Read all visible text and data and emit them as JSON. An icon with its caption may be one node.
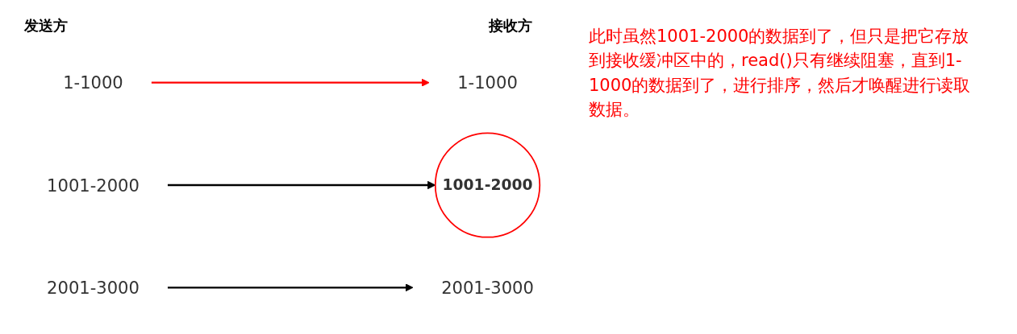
{
  "diagram": {
    "nodes": [
      {
        "text": [
          "1-1000"
        ]
      },
      {
        "text": [
          "1001-2000"
        ]
      },
      {
        "text": [
          "1001-2000"
        ]
      },
      {
        "text": [
          "1-1000"
        ]
      },
      {
        "text": [
          "2001-3000"
        ]
      },
      {
        "text": [
          "2001-3000"
        ]
      }
    ],
    "edges": [
      {
        "from": 0,
        "to": 3,
        "arrow": "to",
        "color": "#ff0000"
      },
      {
        "from": 2,
        "to": 1,
        "arrow": "to"
      },
      {
        "from": 4,
        "to": 5,
        "arrow": "to"
      }
    ],
    "labels": [
      "发送方",
      "接收方",
      "此时虽然1001-2000的数据到了，但只是把它存放到接收缓冲区中的，read()只有继续阻塞，直到1-1000的数据到了，进行排序，然后才唤醒进行读取数据。"
    ]
  }
}
